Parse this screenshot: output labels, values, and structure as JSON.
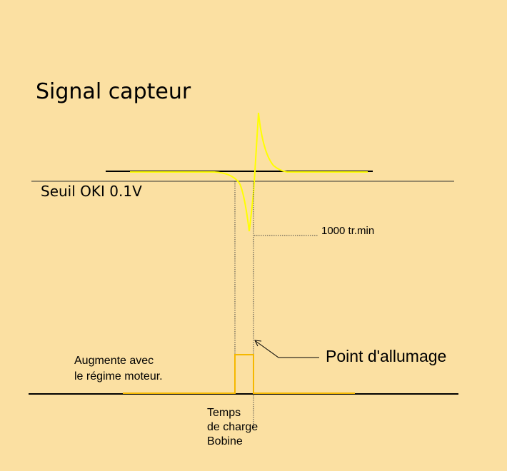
{
  "title": "Signal capteur",
  "threshold_label": "Seuil OKI 0.1V",
  "rpm_label": "1000 tr.min",
  "ignition_label": "Point d'allumage",
  "dwell_note": [
    "Augmente avec",
    "le régime moteur."
  ],
  "coil_charge_label": [
    "Temps",
    "de charge",
    "Bobine"
  ],
  "colors": {
    "background": "#fbe0a2",
    "signal": "#ffff00",
    "dwell_pulse": "#f5b800",
    "axis": "#000000"
  }
}
